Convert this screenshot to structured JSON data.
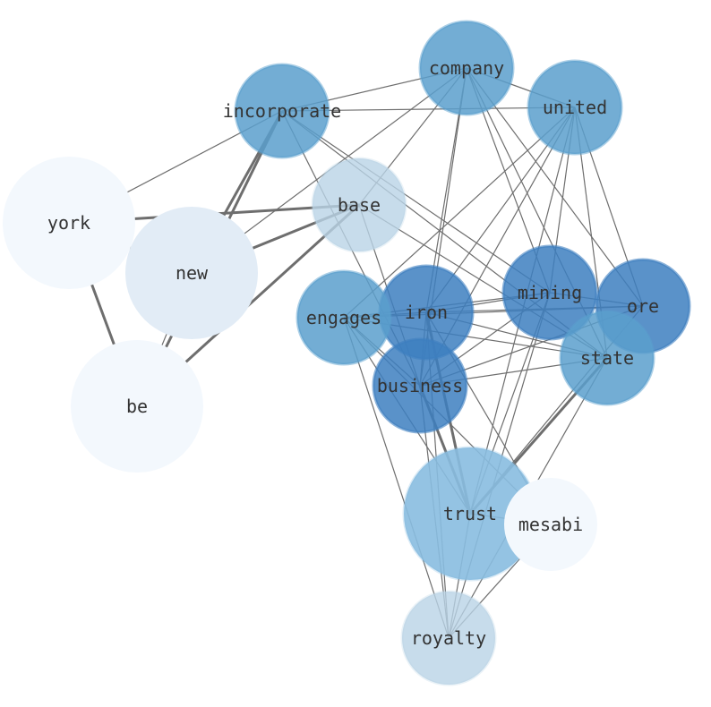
{
  "graph": {
    "nodes": [
      {
        "id": "company",
        "label": "company",
        "fill": "#5a9fcd"
      },
      {
        "id": "united",
        "label": "united",
        "fill": "#5a9fcd"
      },
      {
        "id": "incorporate",
        "label": "incorporate",
        "fill": "#5a9fcd"
      },
      {
        "id": "base",
        "label": "base",
        "fill": "#b9d3e6"
      },
      {
        "id": "york",
        "label": "york",
        "fill": "#f3f8fd"
      },
      {
        "id": "new",
        "label": "new",
        "fill": "#e2ecf6"
      },
      {
        "id": "be",
        "label": "be",
        "fill": "#f3f8fd"
      },
      {
        "id": "mining",
        "label": "mining",
        "fill": "#3d7fc0"
      },
      {
        "id": "ore",
        "label": "ore",
        "fill": "#3d7fc0"
      },
      {
        "id": "iron",
        "label": "iron",
        "fill": "#3d7fc0"
      },
      {
        "id": "engages",
        "label": "engages",
        "fill": "#5a9fcd"
      },
      {
        "id": "state",
        "label": "state",
        "fill": "#5a9fcd"
      },
      {
        "id": "business",
        "label": "business",
        "fill": "#3d7fc0"
      },
      {
        "id": "trust",
        "label": "trust",
        "fill": "#88bde0"
      },
      {
        "id": "mesabi",
        "label": "mesabi",
        "fill": "#f3f8fd"
      },
      {
        "id": "royalty",
        "label": "royalty",
        "fill": "#b9d3e6"
      }
    ],
    "edges": [
      [
        "incorporate",
        "company"
      ],
      [
        "incorporate",
        "united"
      ],
      [
        "incorporate",
        "york"
      ],
      [
        "incorporate",
        "new"
      ],
      [
        "incorporate",
        "be"
      ],
      [
        "incorporate",
        "mining"
      ],
      [
        "incorporate",
        "state"
      ],
      [
        "incorporate",
        "business"
      ],
      [
        "company",
        "united"
      ],
      [
        "company",
        "base"
      ],
      [
        "company",
        "new"
      ],
      [
        "company",
        "mining"
      ],
      [
        "company",
        "ore"
      ],
      [
        "company",
        "state"
      ],
      [
        "company",
        "iron"
      ],
      [
        "company",
        "business"
      ],
      [
        "united",
        "mining"
      ],
      [
        "united",
        "ore"
      ],
      [
        "united",
        "state"
      ],
      [
        "united",
        "iron"
      ],
      [
        "united",
        "business"
      ],
      [
        "united",
        "engages"
      ],
      [
        "united",
        "trust"
      ],
      [
        "base",
        "york"
      ],
      [
        "base",
        "new"
      ],
      [
        "base",
        "be"
      ],
      [
        "base",
        "state"
      ],
      [
        "base",
        "business"
      ],
      [
        "york",
        "new"
      ],
      [
        "york",
        "be"
      ],
      [
        "new",
        "be"
      ],
      [
        "mining",
        "iron"
      ],
      [
        "mining",
        "engages"
      ],
      [
        "mining",
        "business"
      ],
      [
        "mining",
        "trust"
      ],
      [
        "mining",
        "royalty"
      ],
      [
        "mining",
        "ore"
      ],
      [
        "ore",
        "iron"
      ],
      [
        "ore",
        "engages"
      ],
      [
        "ore",
        "business"
      ],
      [
        "ore",
        "trust"
      ],
      [
        "iron",
        "state"
      ],
      [
        "iron",
        "business"
      ],
      [
        "iron",
        "trust"
      ],
      [
        "iron",
        "royalty"
      ],
      [
        "iron",
        "mesabi"
      ],
      [
        "iron",
        "engages"
      ],
      [
        "engages",
        "business"
      ],
      [
        "engages",
        "trust"
      ],
      [
        "engages",
        "royalty"
      ],
      [
        "engages",
        "mesabi"
      ],
      [
        "engages",
        "state"
      ],
      [
        "business",
        "state"
      ],
      [
        "business",
        "trust"
      ],
      [
        "business",
        "royalty"
      ],
      [
        "state",
        "trust"
      ],
      [
        "state",
        "royalty"
      ],
      [
        "trust",
        "royalty"
      ],
      [
        "trust",
        "mesabi"
      ],
      [
        "mesabi",
        "royalty"
      ]
    ]
  }
}
